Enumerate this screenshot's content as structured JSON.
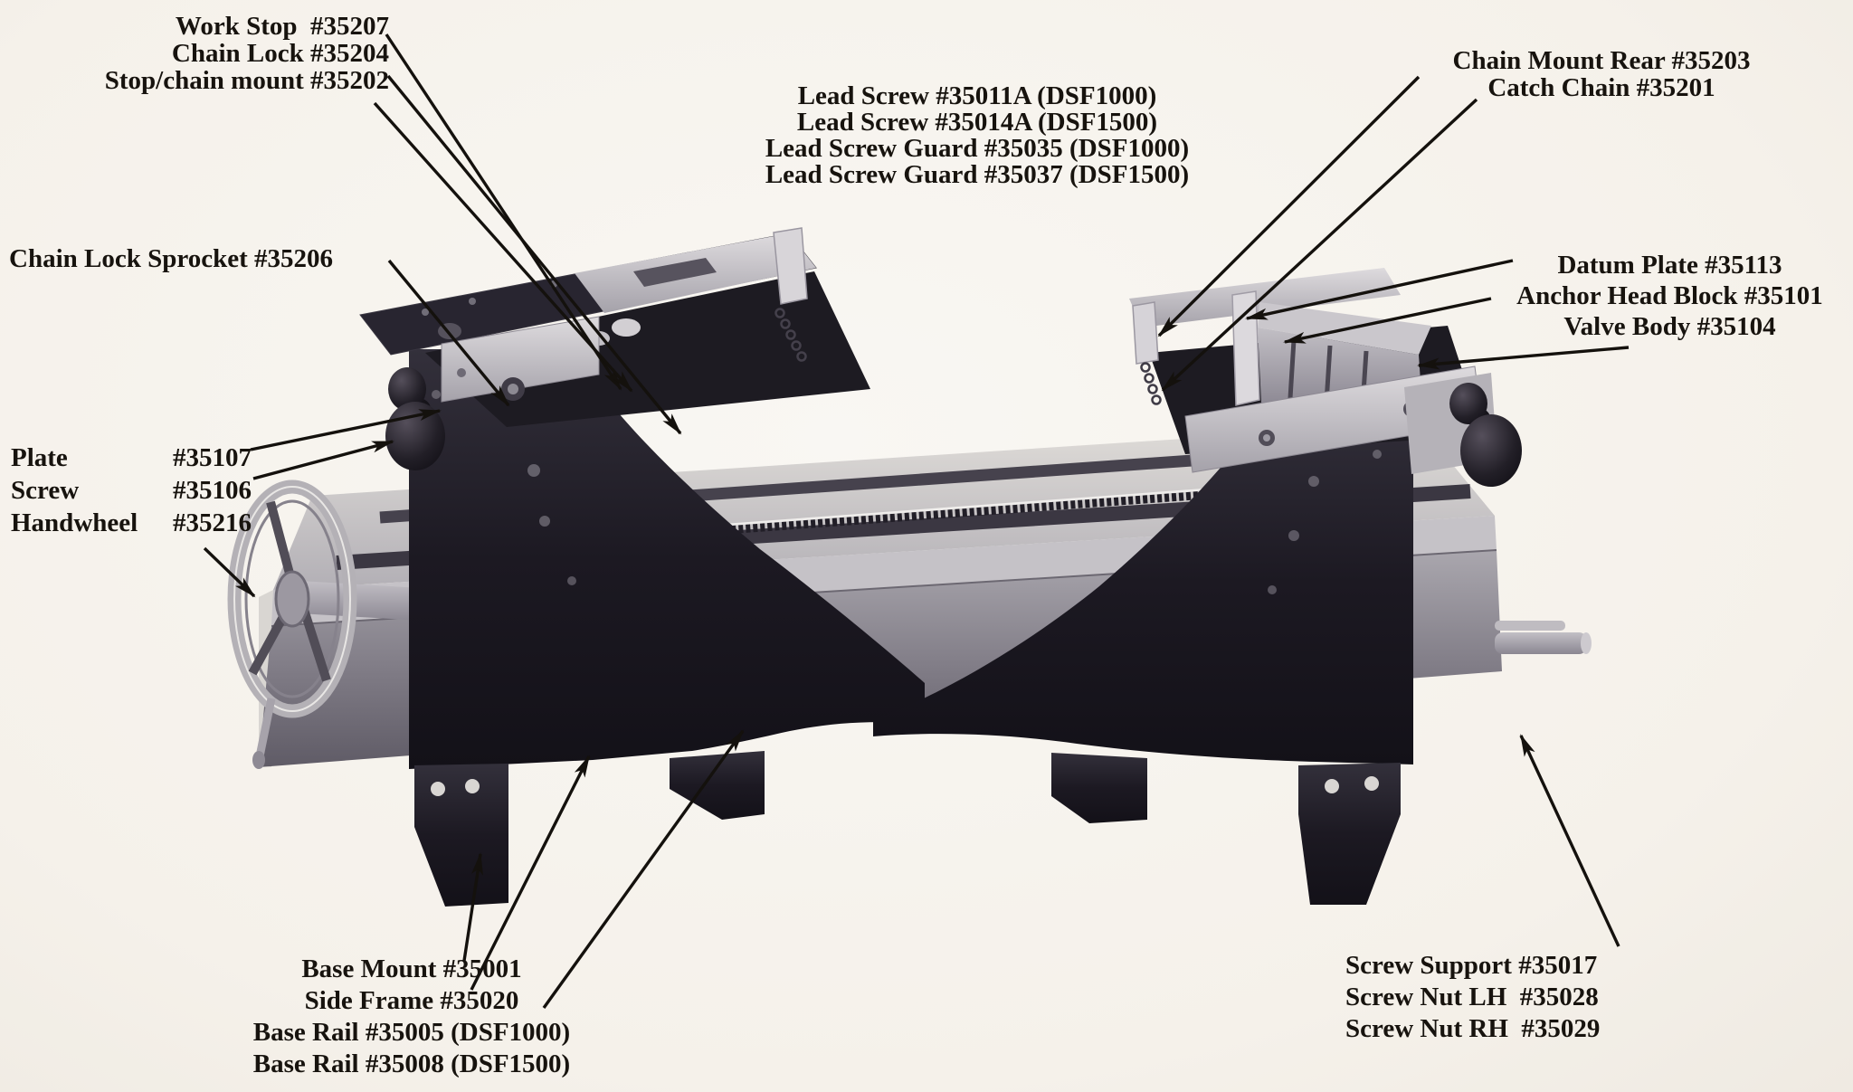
{
  "document_type": "machine parts diagram",
  "colors": {
    "background": "#f6f3ee",
    "ink": "#17130e",
    "frame_black": "#1a171f",
    "steel_light": "#d6d3d6",
    "steel_mid": "#a9a6ad"
  },
  "labels": {
    "top_left": {
      "line1": "Work Stop  #35207",
      "line2": "Chain Lock #35204",
      "line3": "Stop/chain mount #35202"
    },
    "chain_lock_sprocket": "Chain Lock Sprocket #35206",
    "center": {
      "line1": "Lead Screw #35011A (DSF1000)",
      "line2": "Lead Screw #35014A (DSF1500)",
      "line3": "Lead Screw Guard #35035 (DSF1000)",
      "line4": "Lead Screw Guard #35037 (DSF1500)"
    },
    "top_right": {
      "line1": "Chain Mount Rear #35203",
      "line2": "Catch Chain #35201"
    },
    "right": {
      "line1": "Datum Plate #35113",
      "line2": "Anchor Head Block #35101",
      "line3": "Valve Body #35104"
    },
    "left": {
      "row1": {
        "name": "Plate",
        "num": "#35107"
      },
      "row2": {
        "name": "Screw",
        "num": "#35106"
      },
      "row3": {
        "name": "Handwheel",
        "num": "#35216"
      }
    },
    "bottom_left": {
      "line1": "Base Mount #35001",
      "line2": "Side Frame #35020",
      "line3": "Base Rail #35005 (DSF1000)",
      "line4": "Base Rail #35008 (DSF1500)"
    },
    "bottom_right": {
      "line1": "Screw Support #35017",
      "line2": "Screw Nut LH  #35028",
      "line3": "Screw Nut RH  #35029"
    }
  },
  "parts": [
    {
      "name": "Work Stop",
      "number": "#35207"
    },
    {
      "name": "Chain Lock",
      "number": "#35204"
    },
    {
      "name": "Stop/chain mount",
      "number": "#35202"
    },
    {
      "name": "Chain Lock Sprocket",
      "number": "#35206"
    },
    {
      "name": "Lead Screw (DSF1000)",
      "number": "#35011A"
    },
    {
      "name": "Lead Screw (DSF1500)",
      "number": "#35014A"
    },
    {
      "name": "Lead Screw Guard (DSF1000)",
      "number": "#35035"
    },
    {
      "name": "Lead Screw Guard (DSF1500)",
      "number": "#35037"
    },
    {
      "name": "Chain Mount Rear",
      "number": "#35203"
    },
    {
      "name": "Catch Chain",
      "number": "#35201"
    },
    {
      "name": "Datum Plate",
      "number": "#35113"
    },
    {
      "name": "Anchor Head Block",
      "number": "#35101"
    },
    {
      "name": "Valve Body",
      "number": "#35104"
    },
    {
      "name": "Plate",
      "number": "#35107"
    },
    {
      "name": "Screw",
      "number": "#35106"
    },
    {
      "name": "Handwheel",
      "number": "#35216"
    },
    {
      "name": "Base Mount",
      "number": "#35001"
    },
    {
      "name": "Side Frame",
      "number": "#35020"
    },
    {
      "name": "Base Rail (DSF1000)",
      "number": "#35005"
    },
    {
      "name": "Base Rail (DSF1500)",
      "number": "#35008"
    },
    {
      "name": "Screw Support",
      "number": "#35017"
    },
    {
      "name": "Screw Nut LH",
      "number": "#35028"
    },
    {
      "name": "Screw Nut RH",
      "number": "#35029"
    }
  ]
}
